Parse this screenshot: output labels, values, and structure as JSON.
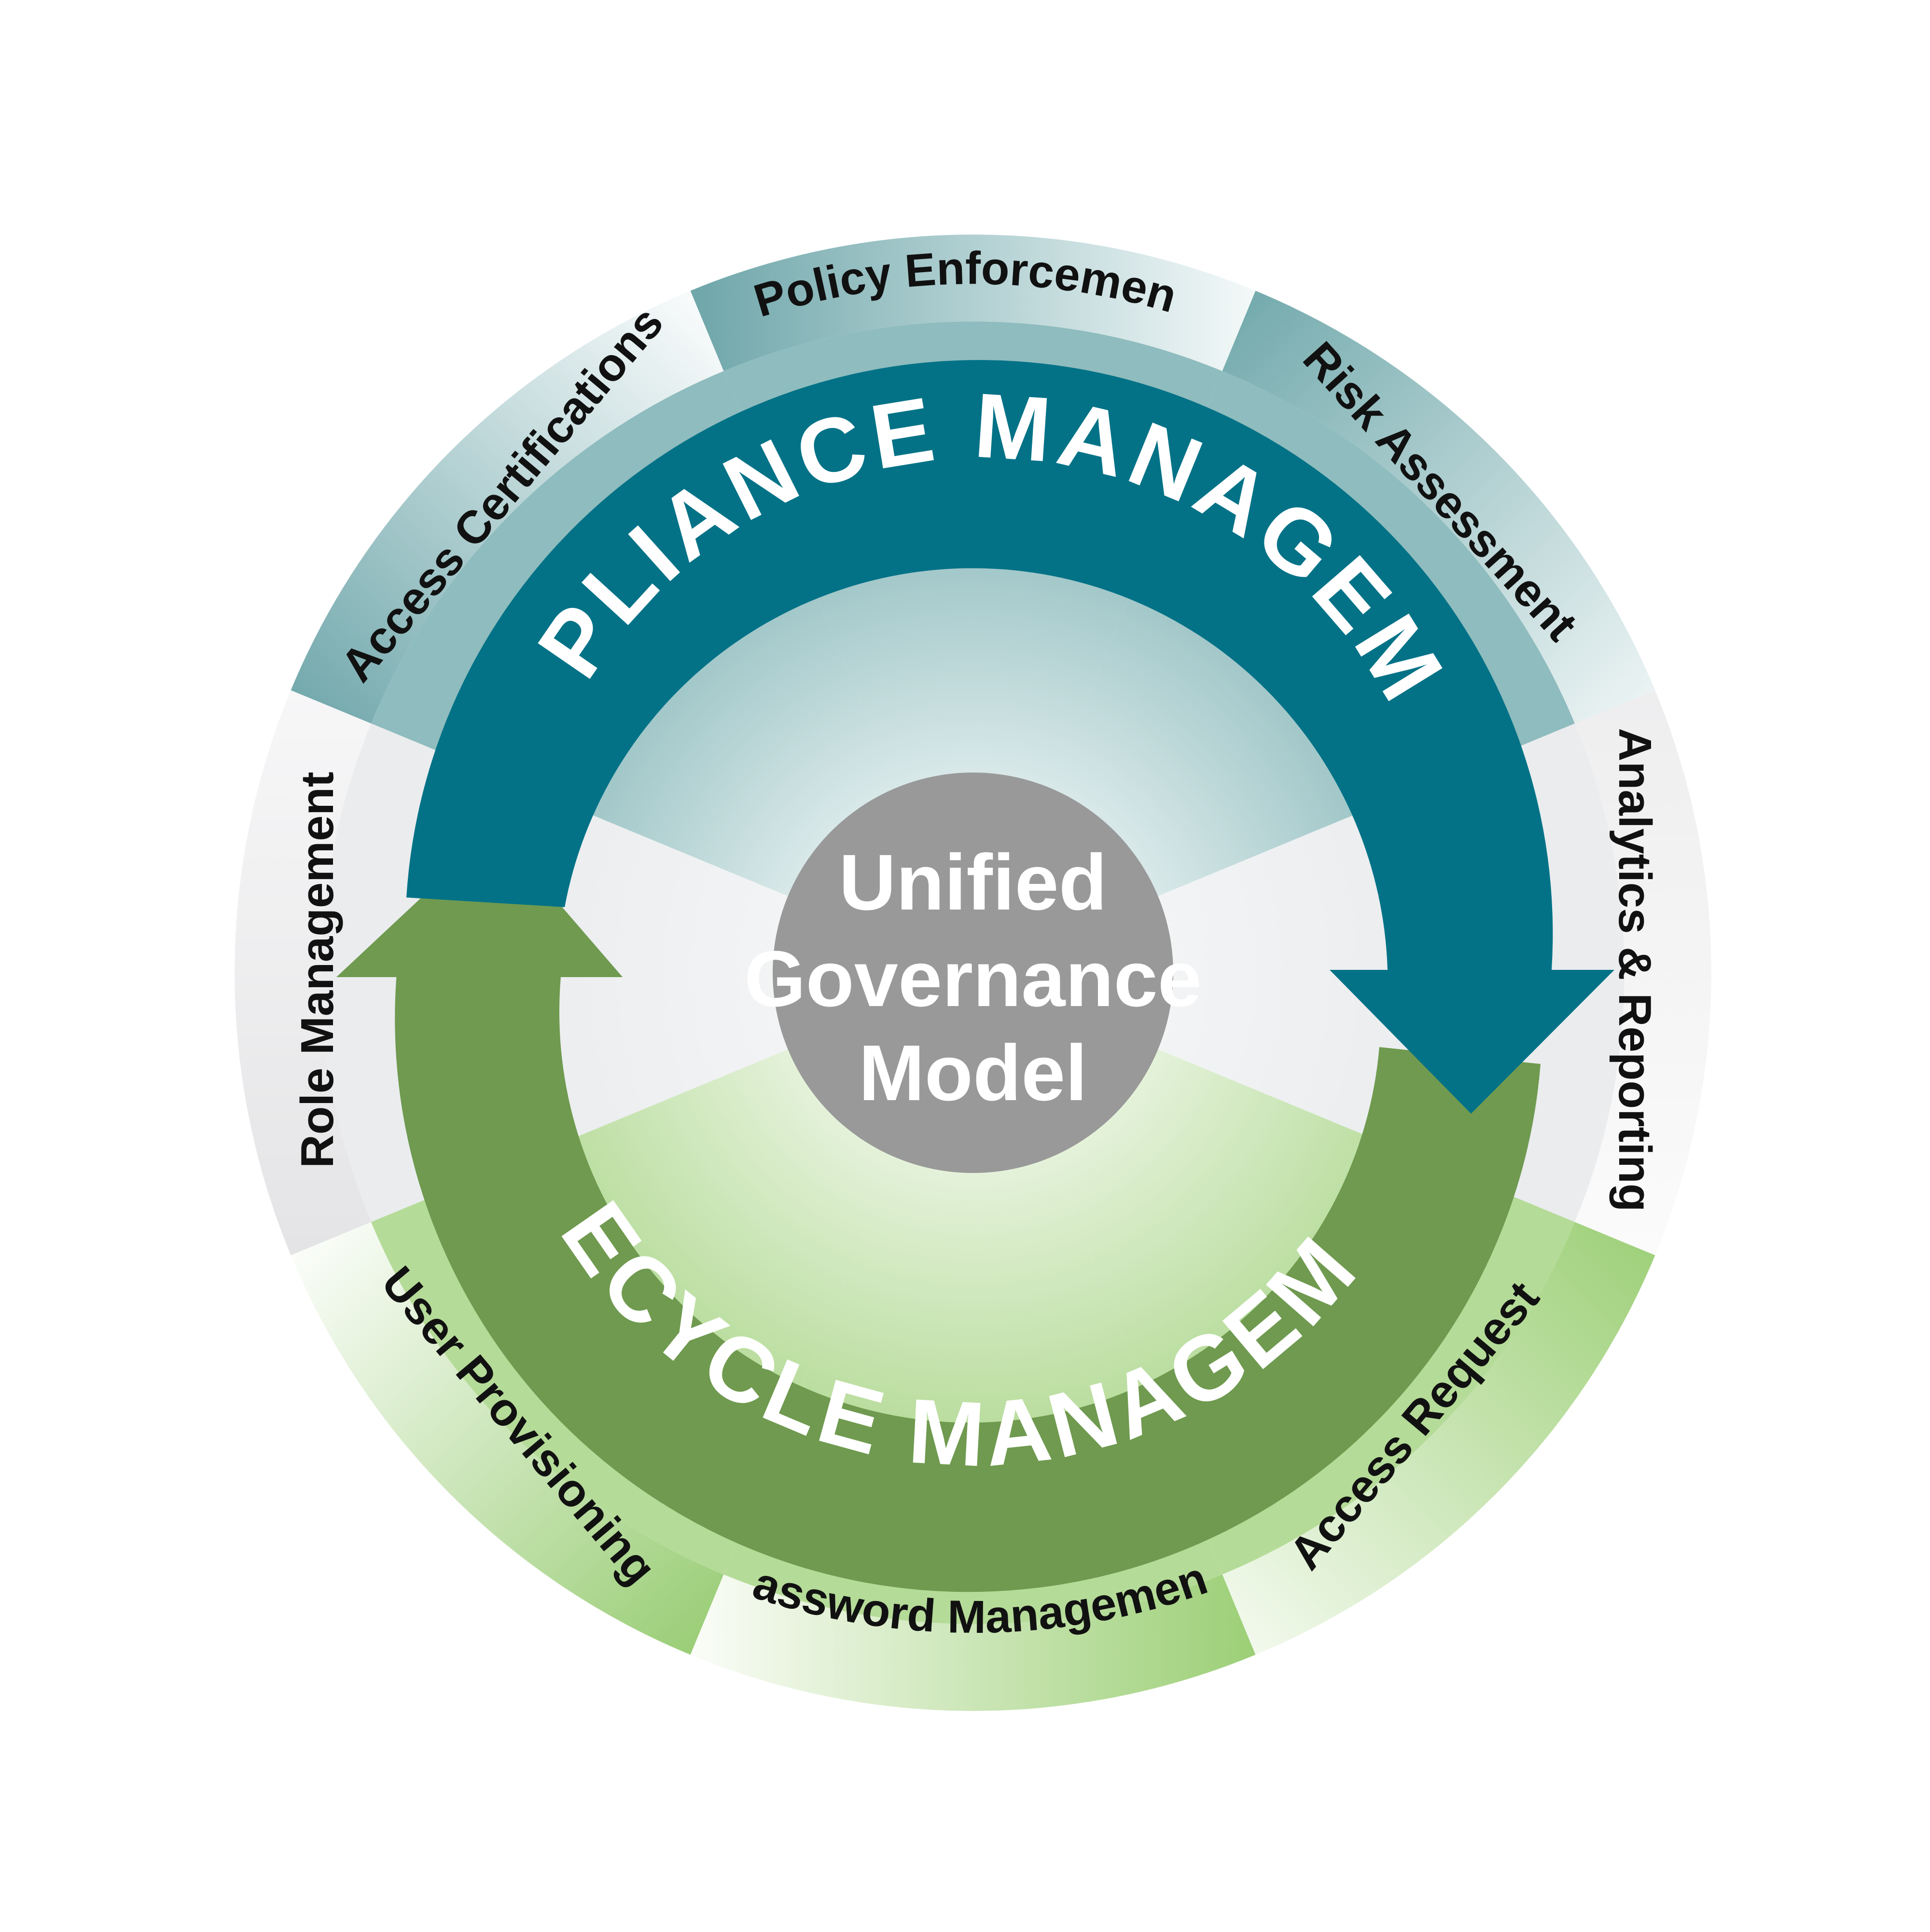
{
  "diagram": {
    "center": {
      "lines": [
        "Unified",
        "Governance",
        "Model"
      ]
    },
    "arcs": {
      "compliance": "COMPLIANCE MANAGEMENT",
      "lifecycle": "LIFECYCLE MANAGEMENT"
    },
    "segments": {
      "policy_enforcement": "Policy Enforcement",
      "risk_assessment": "Risk Assessment",
      "analytics_reporting": "Analytics & Reporting",
      "access_request": "Access Request",
      "password_management": "Password Management",
      "user_provisioning": "User Provisioning",
      "role_management": "Role Management",
      "access_certifications": "Access Certifications"
    },
    "colors": {
      "compliance_arc": "#037287",
      "lifecycle_arc": "#6f9a4f",
      "center_circle": "#999999",
      "teal_segment": "#79acaf",
      "green_segment": "#9ed07a",
      "gray_segment": "#e6e6e8"
    }
  }
}
